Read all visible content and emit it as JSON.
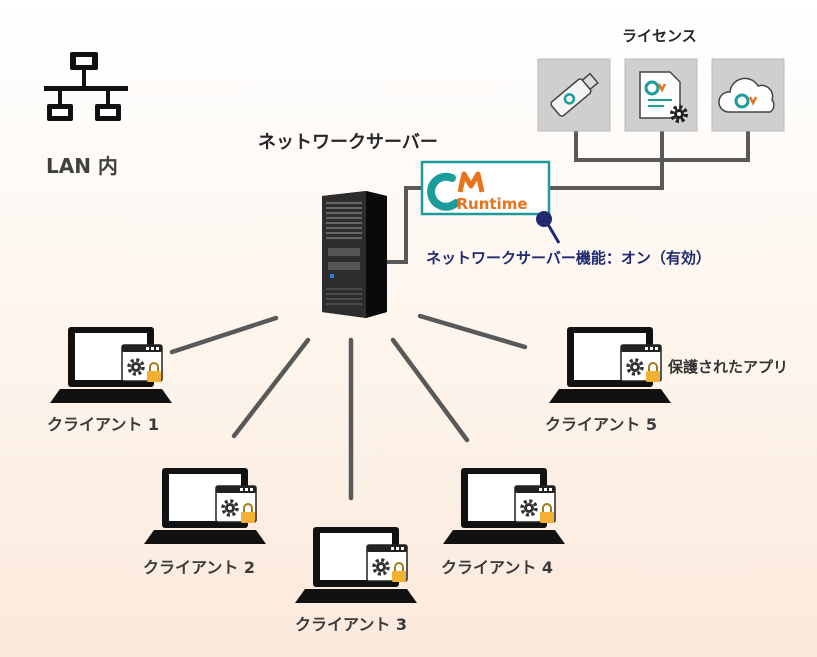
{
  "lan_label": "LAN 内",
  "server": {
    "title": "ネットワークサーバー"
  },
  "licenses": {
    "title": "ライセンス",
    "items": [
      {
        "icon": "usb-dongle-icon"
      },
      {
        "icon": "license-file-gear-icon"
      },
      {
        "icon": "cloud-license-icon"
      }
    ]
  },
  "runtime": {
    "logo_letters": "CM",
    "text": "Runtime"
  },
  "feature_label": "ネットワークサーバー機能：オン（有効）",
  "protected_app_label": "保護されたアプリ",
  "clients": [
    {
      "label": "クライアント 1"
    },
    {
      "label": "クライアント 2"
    },
    {
      "label": "クライアント 3"
    },
    {
      "label": "クライアント 4"
    },
    {
      "label": "クライアント 5"
    }
  ],
  "colors": {
    "teal": "#1d9c9c",
    "orange": "#e8731c",
    "navy": "#1f2a70",
    "line": "#595959",
    "lock": "#f2b134"
  }
}
